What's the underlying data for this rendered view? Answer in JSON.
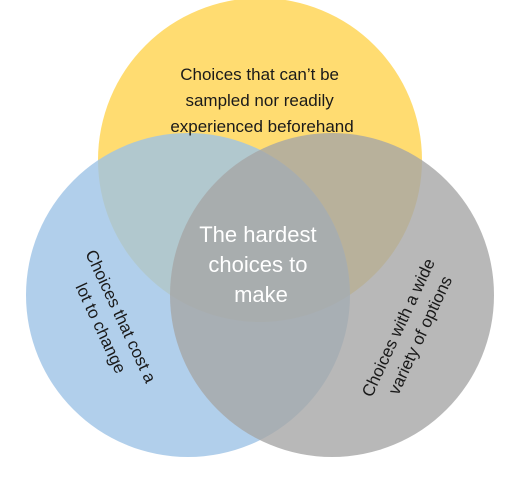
{
  "circles": [
    {
      "id": "top",
      "color": "#FFD966",
      "opacity": 0.93,
      "lines": [
        "Choices that can’t be",
        "sampled nor readily",
        "experienced beforehand"
      ]
    },
    {
      "id": "left",
      "color": "#9DC3E6",
      "opacity": 0.8,
      "lines": [
        "Choices that cost a",
        "lot to change"
      ]
    },
    {
      "id": "right",
      "color": "#A6A6A6",
      "opacity": 0.8,
      "lines": [
        "Choices with a wide",
        "variety of options"
      ]
    }
  ],
  "center": {
    "lines": [
      "The hardest",
      "choices to",
      "make"
    ]
  }
}
